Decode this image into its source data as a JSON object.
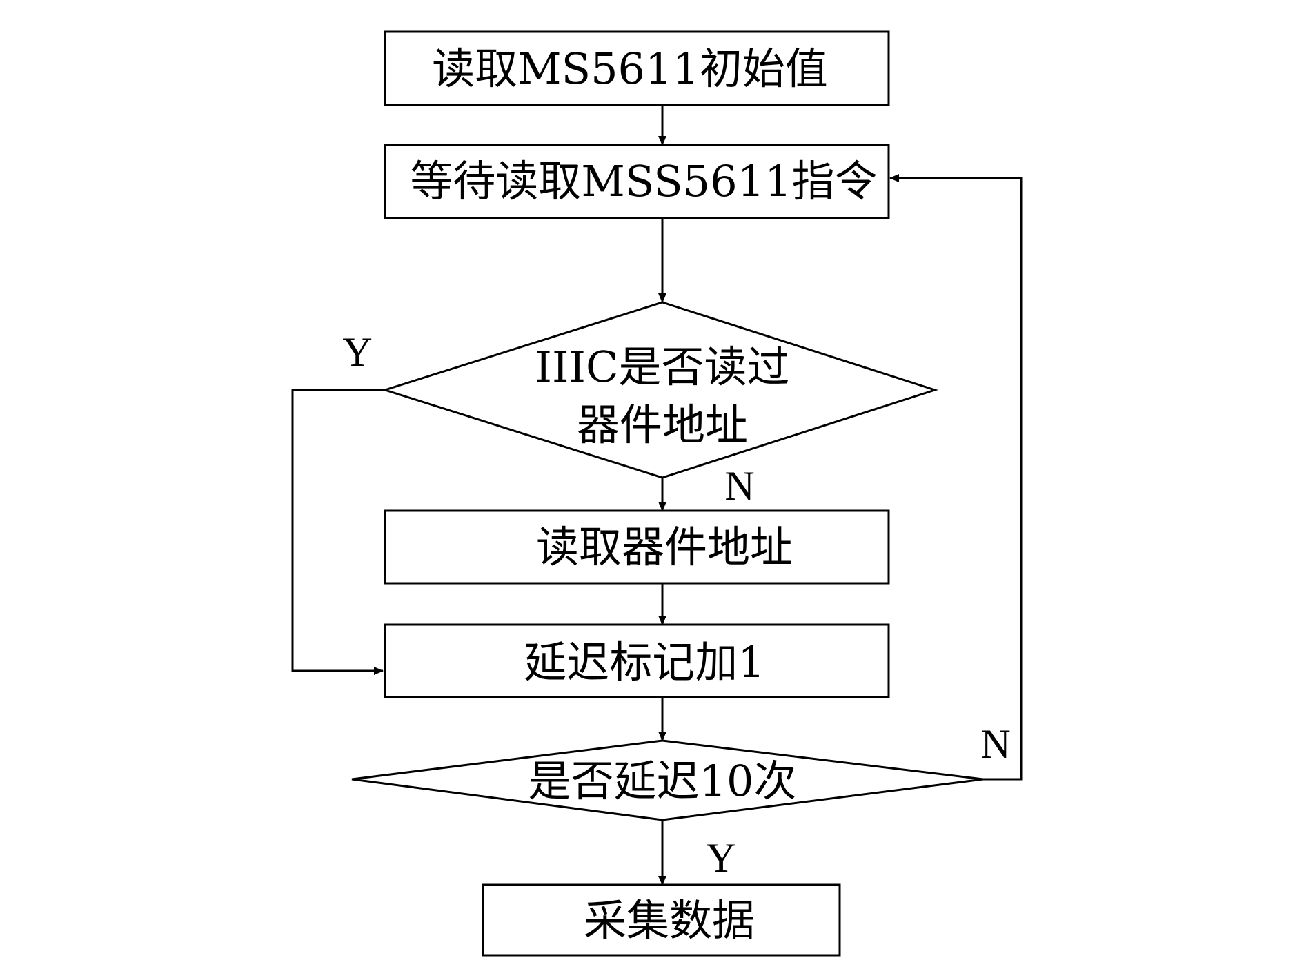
{
  "flowchart": {
    "nodes": [
      {
        "id": "read-initial",
        "shape": "process",
        "lines": [
          "读取MS5611初始值"
        ]
      },
      {
        "id": "wait-command",
        "shape": "process",
        "lines": [
          "等待读取MSS5611指令"
        ]
      },
      {
        "id": "decision-address",
        "shape": "decision",
        "lines": [
          "IIIC是否读过",
          "器件地址"
        ]
      },
      {
        "id": "read-address",
        "shape": "process",
        "lines": [
          "读取器件地址"
        ]
      },
      {
        "id": "delay-increment",
        "shape": "process",
        "lines": [
          "延迟标记加1"
        ]
      },
      {
        "id": "decision-delay",
        "shape": "decision",
        "lines": [
          "是否延迟10次"
        ]
      },
      {
        "id": "collect-data",
        "shape": "process",
        "lines": [
          "采集数据"
        ]
      }
    ],
    "edges": [
      {
        "from": "read-initial",
        "to": "wait-command",
        "label": ""
      },
      {
        "from": "wait-command",
        "to": "decision-address",
        "label": ""
      },
      {
        "from": "decision-address",
        "to": "read-address",
        "label": "N"
      },
      {
        "from": "decision-address",
        "to": "delay-increment",
        "label": "Y"
      },
      {
        "from": "read-address",
        "to": "delay-increment",
        "label": ""
      },
      {
        "from": "delay-increment",
        "to": "decision-delay",
        "label": ""
      },
      {
        "from": "decision-delay",
        "to": "collect-data",
        "label": "Y"
      },
      {
        "from": "decision-delay",
        "to": "wait-command",
        "label": "N"
      }
    ]
  }
}
